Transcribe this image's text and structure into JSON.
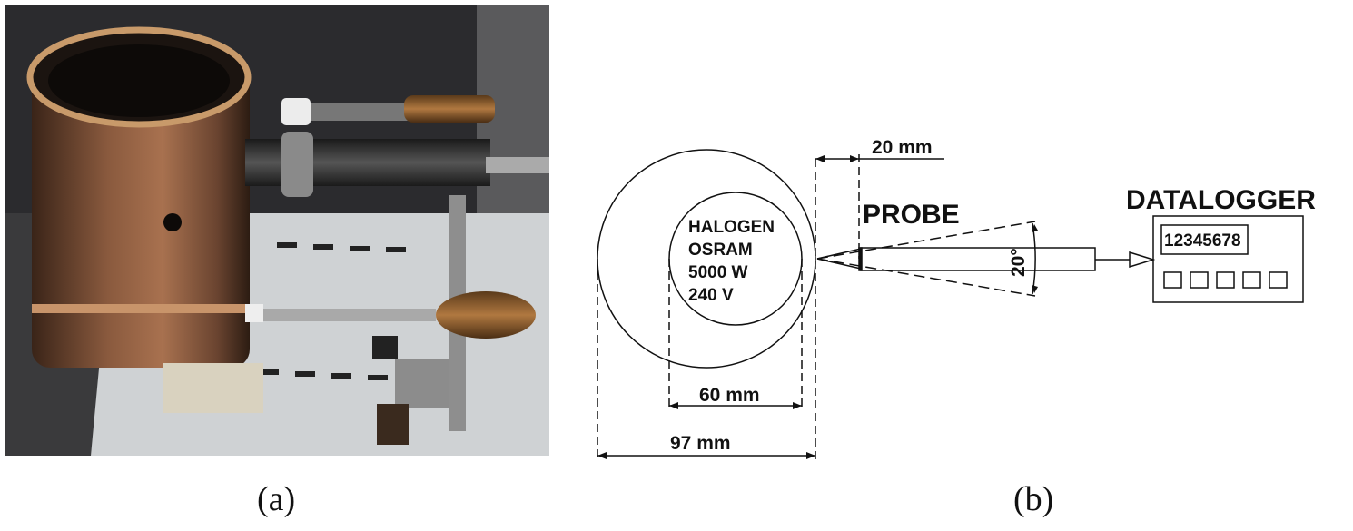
{
  "figure": {
    "caption_a": "(a)",
    "caption_b": "(b)"
  },
  "diagram": {
    "lamp_lines": [
      "HALOGEN",
      "OSRAM",
      "5000 W",
      "240 V"
    ],
    "probe_label": "PROBE",
    "datalogger_label": "DATALOGGER",
    "display_value": "12345678",
    "dimensions": {
      "inner_diameter": "60 mm",
      "outer_diameter": "97 mm",
      "gap": "20 mm",
      "angle": "20°"
    },
    "button_count": 5
  },
  "colors": {
    "ink": "#111111",
    "background": "#ffffff"
  }
}
